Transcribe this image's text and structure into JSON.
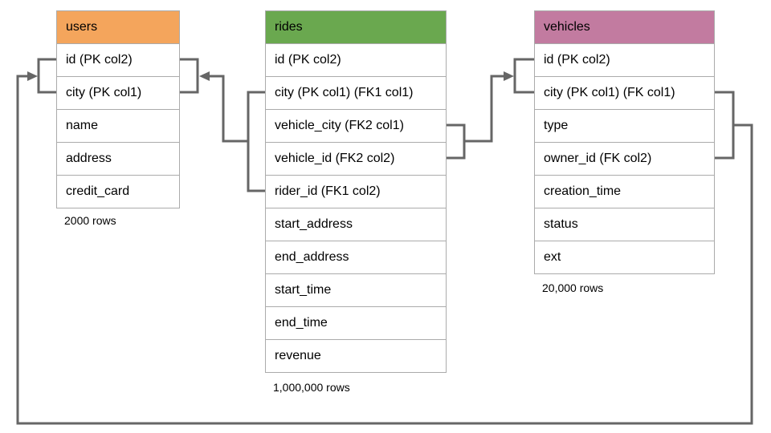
{
  "diagram": {
    "type": "database-schema",
    "line_color": "#666666",
    "border_color": "#ababab",
    "tables": [
      {
        "name": "users",
        "header_color": "#F4A55C",
        "fields": [
          "id (PK col2)",
          "city (PK col1)",
          "name",
          "address",
          "credit_card"
        ],
        "row_count": "2000 rows"
      },
      {
        "name": "rides",
        "header_color": "#6AA84F",
        "fields": [
          "id (PK col2)",
          "city (PK col1) (FK1 col1)",
          "vehicle_city (FK2 col1)",
          "vehicle_id (FK2 col2)",
          "rider_id (FK1 col2)",
          "start_address",
          "end_address",
          "start_time",
          "end_time",
          "revenue"
        ],
        "row_count": "1,000,000 rows"
      },
      {
        "name": "vehicles",
        "header_color": "#C27BA0",
        "fields": [
          "id (PK col2)",
          "city (PK col1) (FK col1)",
          "type",
          "owner_id (FK col2)",
          "creation_time",
          "status",
          "ext"
        ],
        "row_count": "20,000 rows"
      }
    ],
    "relationships": [
      {
        "label": "FK1",
        "from_table": "rides",
        "from_fields": [
          "city (PK col1) (FK1 col1)",
          "rider_id (FK1 col2)"
        ],
        "to_table": "users",
        "to_fields": [
          "id (PK col2)",
          "city (PK col1)"
        ]
      },
      {
        "label": "FK2",
        "from_table": "rides",
        "from_fields": [
          "vehicle_city (FK2 col1)",
          "vehicle_id (FK2 col2)"
        ],
        "to_table": "vehicles",
        "to_fields": [
          "id (PK col2)",
          "city (PK col1) (FK col1)"
        ]
      },
      {
        "label": "FK",
        "from_table": "vehicles",
        "from_fields": [
          "city (PK col1) (FK col1)",
          "owner_id (FK col2)"
        ],
        "to_table": "users",
        "to_fields": [
          "id (PK col2)",
          "city (PK col1)"
        ]
      }
    ]
  }
}
